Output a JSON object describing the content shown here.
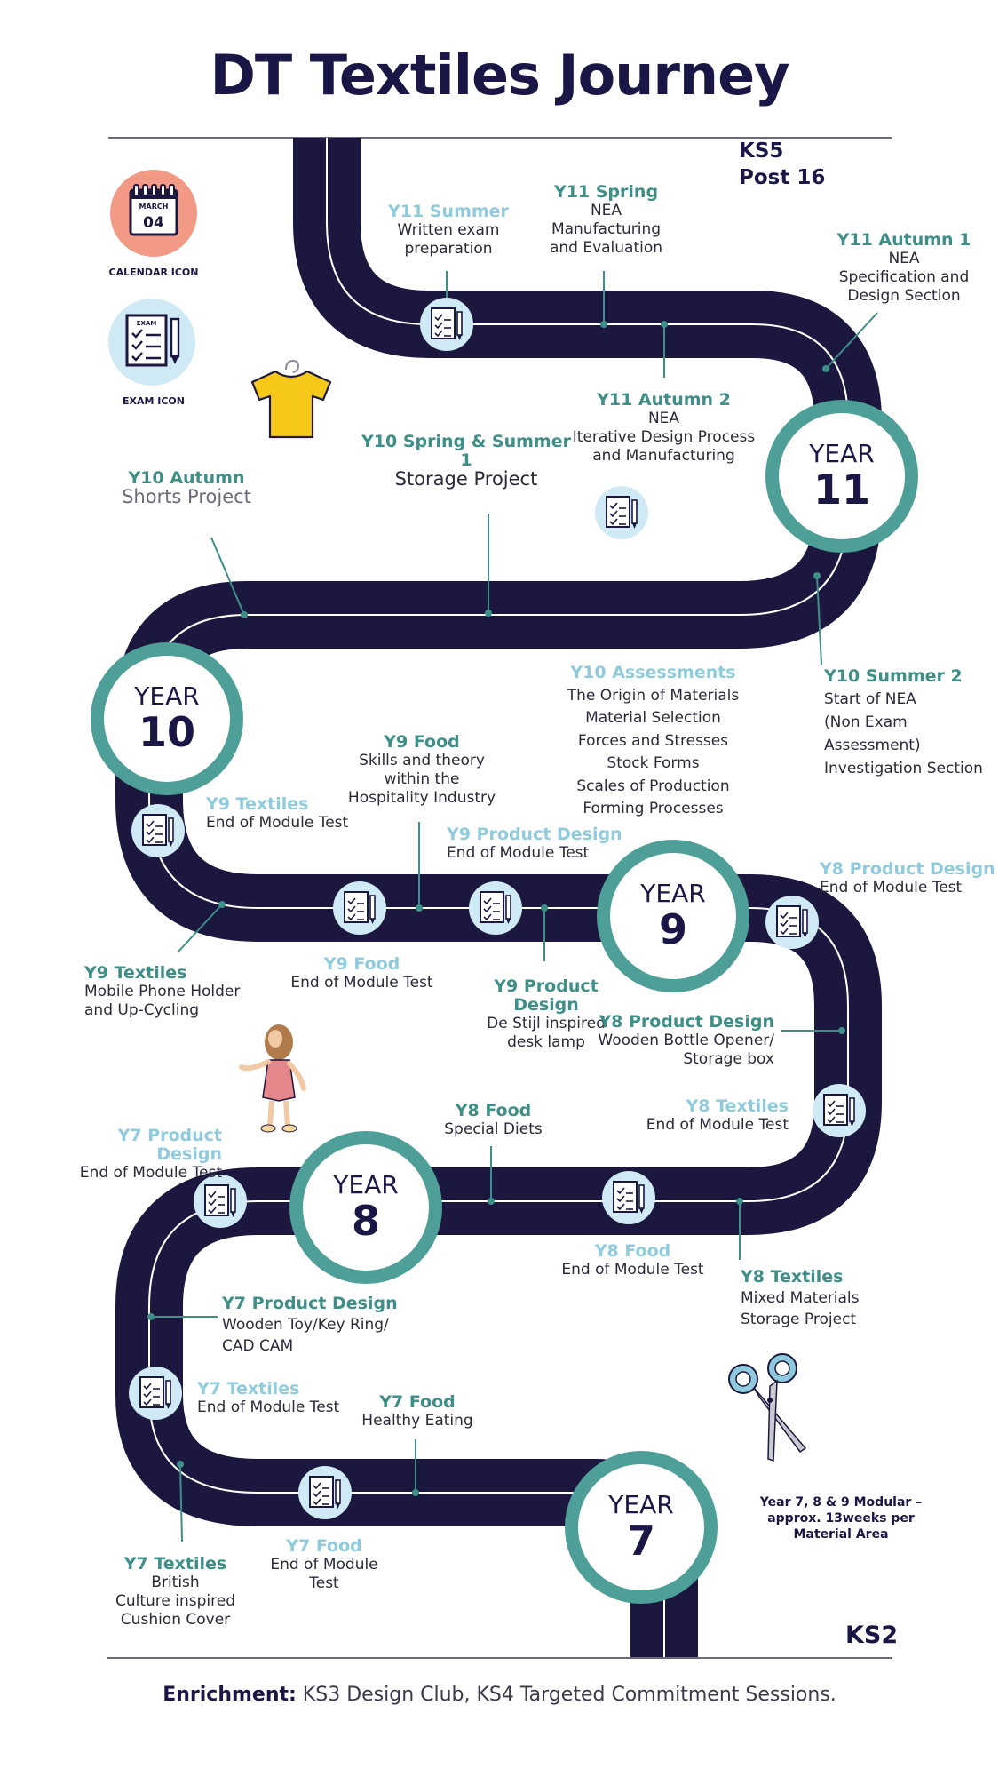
{
  "title": "DT Textiles Journey",
  "colors": {
    "road": "#1c173f",
    "ring": "#4e9f97",
    "accent_dark": "#3d8f87",
    "accent_light": "#8fcbdc",
    "exam_bg": "#cfeaf5",
    "calendar_bg": "#f29a86"
  },
  "stages": {
    "ks5": "KS5 Post 16",
    "ks2": "KS2"
  },
  "legend": {
    "calendar_month": "MARCH",
    "calendar_day": "04",
    "calendar_label": "CALENDAR ICON",
    "exam_label": "EXAM ICON",
    "exam_word": "EXAM"
  },
  "years": {
    "y11": {
      "word": "YEAR",
      "num": "11"
    },
    "y10": {
      "word": "YEAR",
      "num": "10"
    },
    "y9": {
      "word": "YEAR",
      "num": "9"
    },
    "y8": {
      "word": "YEAR",
      "num": "8"
    },
    "y7": {
      "word": "YEAR",
      "num": "7"
    }
  },
  "milestones": {
    "y11_summer": {
      "heading": "Y11 Summer",
      "lines": [
        "Written exam",
        "preparation"
      ]
    },
    "y11_spring": {
      "heading": "Y11 Spring",
      "lines": [
        "NEA",
        "Manufacturing",
        "and Evaluation"
      ]
    },
    "y11_autumn1": {
      "heading": "Y11 Autumn 1",
      "lines": [
        "NEA",
        "Specification and",
        "Design Section"
      ]
    },
    "y11_autumn2": {
      "heading": "Y11 Autumn 2",
      "lines": [
        "NEA",
        "Iterative Design Process",
        "and Manufacturing"
      ]
    },
    "y10_spring_summer1": {
      "heading": "Y10 Spring & Summer 1",
      "lines": [
        "Storage Project"
      ]
    },
    "y10_autumn": {
      "heading": "Y10 Autumn",
      "lines": [
        "Shorts Project"
      ]
    },
    "y10_summer2": {
      "heading": "Y10 Summer 2",
      "lines": [
        "Start of NEA",
        "(Non Exam Assessment)",
        "Investigation Section"
      ]
    },
    "y10_assessments": {
      "heading": "Y10 Assessments",
      "lines": [
        "The Origin of Materials",
        "Material Selection",
        "Forces and Stresses",
        "Stock Forms",
        "Scales of Production",
        "Forming Processes"
      ]
    },
    "y9_food_top": {
      "heading": "Y9 Food",
      "lines": [
        "Skills and theory",
        "within the",
        "Hospitality Industry"
      ]
    },
    "y9_textiles_top": {
      "heading": "Y9 Textiles",
      "lines": [
        "End of Module Test"
      ]
    },
    "y9_pd_top": {
      "heading": "Y9 Product Design",
      "lines": [
        "End of Module Test"
      ]
    },
    "y8_pd_test": {
      "heading": "Y8 Product Design",
      "lines": [
        "End of Module Test"
      ]
    },
    "y9_textiles_project": {
      "heading": "Y9 Textiles",
      "lines": [
        "Mobile Phone Holder",
        "and Up-Cycling"
      ]
    },
    "y9_food_test": {
      "heading": "Y9 Food",
      "lines": [
        "End of Module Test"
      ]
    },
    "y9_pd_project": {
      "heading": "Y9 Product Design",
      "lines": [
        "De Stijl inspired",
        "desk lamp"
      ]
    },
    "y8_pd_project": {
      "heading": "Y8 Product Design",
      "lines": [
        "Wooden Bottle Opener/",
        "Storage box"
      ]
    },
    "y8_textiles_test": {
      "heading": "Y8 Textiles",
      "lines": [
        "End of Module Test"
      ]
    },
    "y8_food_project": {
      "heading": "Y8 Food",
      "lines": [
        "Special Diets"
      ]
    },
    "y7_pd_test": {
      "heading": "Y7 Product Design",
      "lines": [
        "End of Module Test"
      ]
    },
    "y8_food_test": {
      "heading": "Y8 Food",
      "lines": [
        "End of Module Test"
      ]
    },
    "y8_textiles_project": {
      "heading": "Y8 Textiles",
      "lines": [
        "Mixed Materials",
        "Storage Project"
      ]
    },
    "y7_pd_project": {
      "heading": "Y7 Product Design",
      "lines": [
        "Wooden Toy/Key Ring/",
        "CAD CAM"
      ]
    },
    "y7_textiles_test": {
      "heading": "Y7 Textiles",
      "lines": [
        "End of Module Test"
      ]
    },
    "y7_food_project": {
      "heading": "Y7 Food",
      "lines": [
        "Healthy Eating"
      ]
    },
    "y7_food_test": {
      "heading": "Y7 Food",
      "lines": [
        "End of Module Test"
      ]
    },
    "y7_textiles_project": {
      "heading": "Y7 Textiles",
      "lines": [
        "British",
        "Culture inspired",
        "Cushion Cover"
      ]
    }
  },
  "modular_note": "Year 7, 8 & 9 Modular – approx. 13weeks per Material Area",
  "enrichment": {
    "label": "Enrichment:",
    "text": " KS3 Design Club, KS4 Targeted Commitment Sessions."
  }
}
